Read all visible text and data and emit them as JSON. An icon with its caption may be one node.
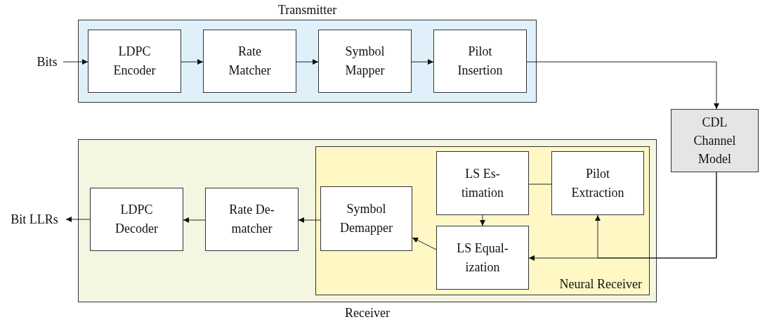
{
  "diagram": {
    "nodes": [
      {
        "text": [
          "Transmitter"
        ]
      },
      {
        "text": [
          "LDPC Encoder"
        ],
        "in": 0
      },
      {
        "text": [
          "Rate Matcher"
        ],
        "in": 0
      },
      {
        "text": [
          "Symbol Mapper"
        ],
        "in": 0
      },
      {
        "text": [
          "Pilot Insertion"
        ],
        "in": 0
      },
      {
        "text": [
          "Bits"
        ]
      },
      {
        "text": [
          "CDL Channel Model"
        ]
      },
      {
        "text": [
          "Receiver"
        ]
      },
      {
        "text": [
          "Neural Receiver"
        ],
        "in": 7
      },
      {
        "text": [
          "LDPC Decoder"
        ],
        "in": 7
      },
      {
        "text": [
          "Rate De- matcher"
        ],
        "in": 7
      },
      {
        "text": [
          "Symbol Demapper"
        ],
        "in": 8
      },
      {
        "text": [
          "LS Es- timation"
        ],
        "in": 8
      },
      {
        "text": [
          "Pilot Extraction"
        ],
        "in": 8
      },
      {
        "text": [
          "LS Equal- ization"
        ],
        "in": 8
      },
      {
        "text": [
          "Bit LLRs"
        ]
      }
    ],
    "edges": [
      {
        "from": 5,
        "to": 1,
        "arrow": "to"
      },
      {
        "from": 1,
        "to": 2,
        "arrow": "to"
      },
      {
        "from": 2,
        "to": 3,
        "arrow": "to"
      },
      {
        "from": 3,
        "to": 4,
        "arrow": "to"
      },
      {
        "from": 4,
        "to": 6,
        "arrow": "to"
      },
      {
        "from": 6,
        "to": 14,
        "arrow": "to"
      },
      {
        "from": 6,
        "to": 13,
        "arrow": "to"
      },
      {
        "from": 13,
        "to": 12,
        "arrow": "none"
      },
      {
        "from": 12,
        "to": 14,
        "arrow": "to"
      },
      {
        "from": 14,
        "to": 11,
        "arrow": "to"
      },
      {
        "from": 11,
        "to": 10,
        "arrow": "to"
      },
      {
        "from": 10,
        "to": 9,
        "arrow": "to"
      },
      {
        "from": 9,
        "to": 15,
        "arrow": "to"
      }
    ]
  }
}
